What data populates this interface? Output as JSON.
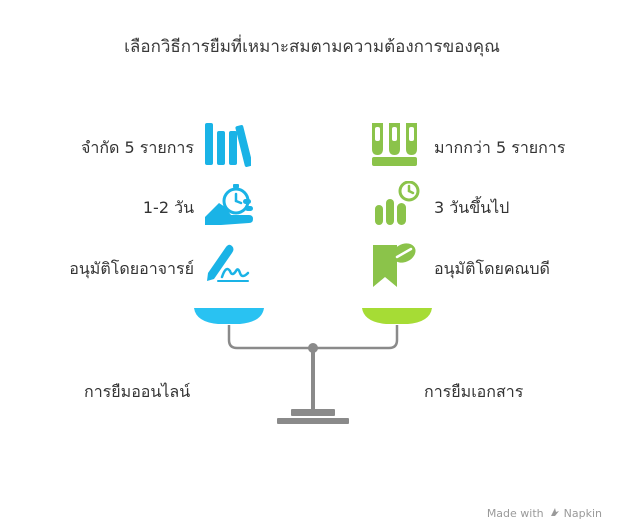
{
  "title": "เลือกวิธีการยืมที่เหมาะสมตามความต้องการของคุณ",
  "left": {
    "caption": "การยืมออนไลน์",
    "color": "#1ab3e6",
    "pan_color": "#29c2f2",
    "items": [
      {
        "label": "จำกัด 5 รายการ",
        "icon": "books-icon"
      },
      {
        "label": "1-2 วัน",
        "icon": "stopwatch-hand-icon"
      },
      {
        "label": "อนุมัติโดยอาจารย์",
        "icon": "signature-pen-icon"
      }
    ]
  },
  "right": {
    "caption": "การยืมเอกสาร",
    "color": "#8bc34a",
    "pan_color": "#a6dc35",
    "items": [
      {
        "label": "มากกว่า 5 รายการ",
        "icon": "document-rack-icon"
      },
      {
        "label": "3 วันขึ้นไป",
        "icon": "clock-hand-icon"
      },
      {
        "label": "อนุมัติโดยคณบดี",
        "icon": "approval-bookmark-icon"
      }
    ]
  },
  "scale_color": "#8a8a8a",
  "watermark": {
    "made_with": "Made with",
    "brand": "Napkin"
  }
}
